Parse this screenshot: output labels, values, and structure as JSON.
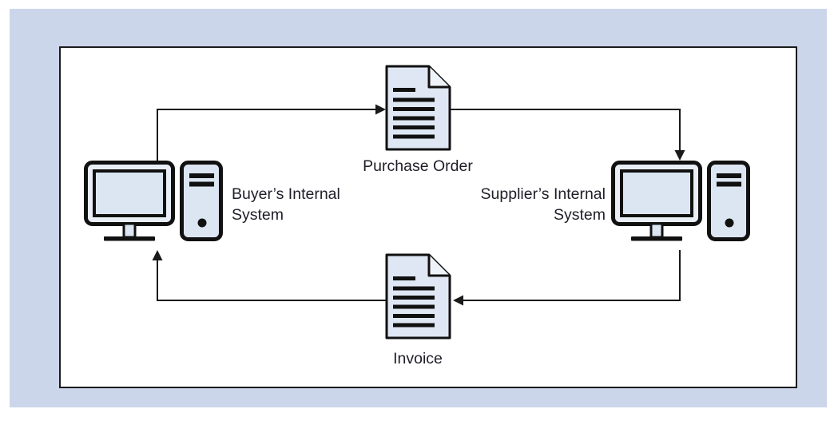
{
  "colors": {
    "page_background": "#ffffff",
    "panel_background": "#ccd6eb",
    "frame_background": "#ffffff",
    "frame_border": "#000000",
    "line_color": "#1a1a1a",
    "icon_fill": "#dce6f2",
    "icon_fill_light": "#e9eef7",
    "text_color": "#1e1e28"
  },
  "diagram": {
    "nodes": {
      "buyer_system": {
        "label_lines": [
          "Buyer’s Internal",
          "System"
        ],
        "icon": "desktop-computer-icon"
      },
      "supplier_system": {
        "label_lines": [
          "Supplier’s Internal",
          "System"
        ],
        "icon": "desktop-computer-icon"
      },
      "purchase_order": {
        "label": "Purchase Order",
        "icon": "document-icon"
      },
      "invoice": {
        "label": "Invoice",
        "icon": "document-icon"
      }
    },
    "flows": [
      {
        "from": "buyer_system",
        "via": "purchase_order",
        "to": "supplier_system"
      },
      {
        "from": "supplier_system",
        "via": "invoice",
        "to": "buyer_system"
      }
    ]
  }
}
